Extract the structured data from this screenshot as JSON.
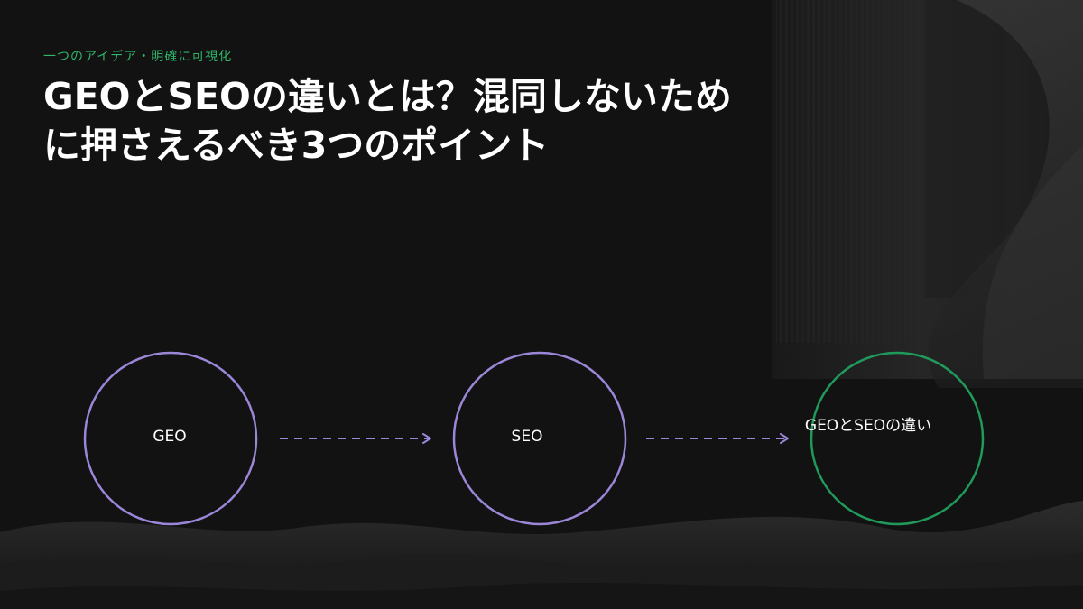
{
  "header": {
    "kicker": "一つのアイデア・明確に可視化",
    "title": "GEOとSEOの違いとは？混同しないために押さえるべき3つのポイント"
  },
  "diagram": {
    "nodes": [
      {
        "id": "geo",
        "label": "GEO"
      },
      {
        "id": "seo",
        "label": "SEO"
      },
      {
        "id": "diff",
        "label": "GEOとSEOの違い"
      }
    ],
    "edges": [
      {
        "from": "geo",
        "to": "seo",
        "style": "dashed"
      },
      {
        "from": "seo",
        "to": "diff",
        "style": "dashed"
      }
    ]
  },
  "colors": {
    "background": "#121212",
    "accent_green": "#2fb56a",
    "node_purple": "#9b86d8",
    "node_green": "#1f9a5b",
    "arrow": "#9b86d8"
  }
}
